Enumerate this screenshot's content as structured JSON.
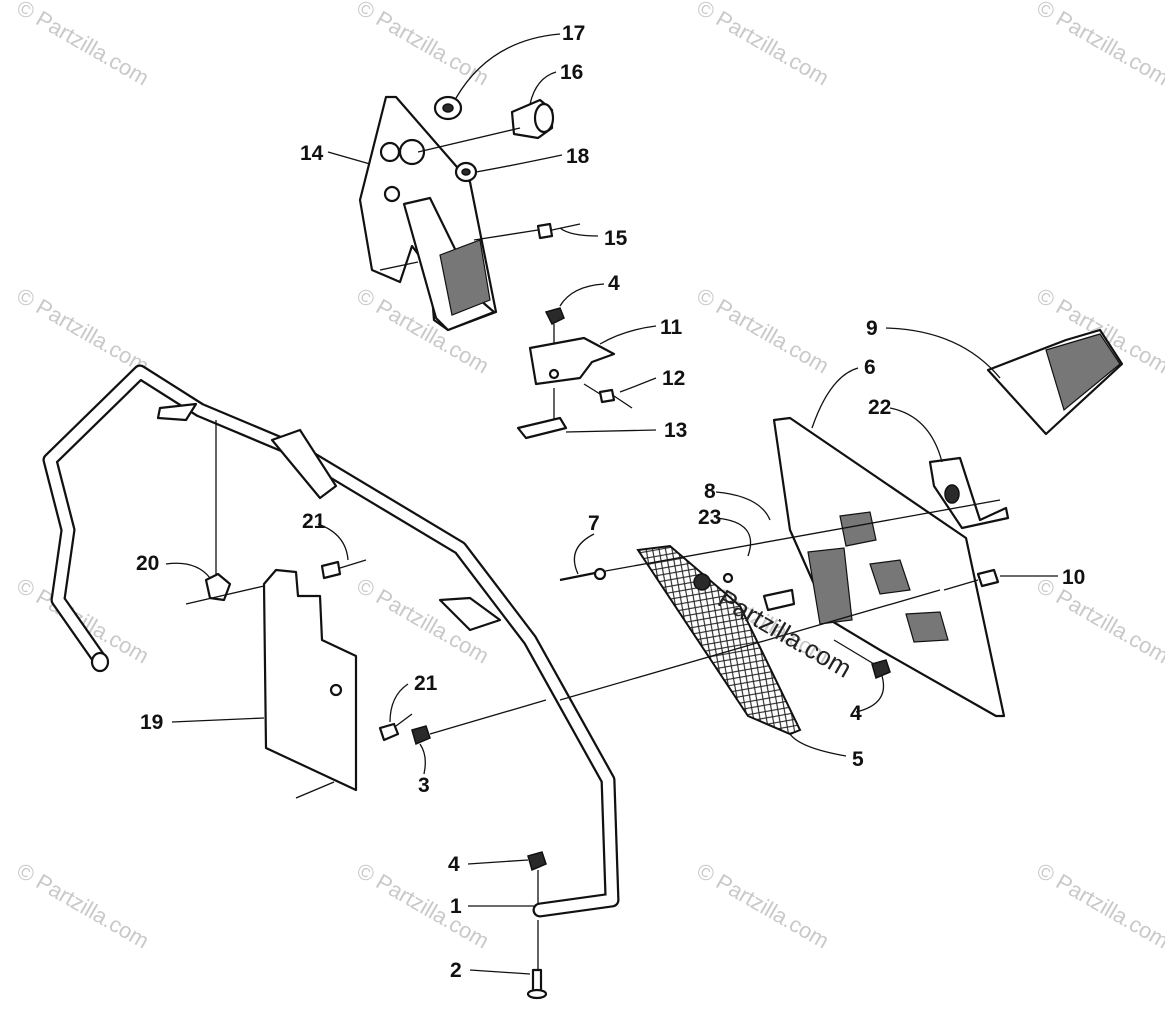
{
  "watermarks": {
    "tile_text": "© Partzilla.com",
    "center_text": "Partzilla.com"
  },
  "callouts": [
    {
      "id": "c1",
      "label": "1"
    },
    {
      "id": "c2",
      "label": "2"
    },
    {
      "id": "c3",
      "label": "3"
    },
    {
      "id": "c4a",
      "label": "4"
    },
    {
      "id": "c4b",
      "label": "4"
    },
    {
      "id": "c4c",
      "label": "4"
    },
    {
      "id": "c5",
      "label": "5"
    },
    {
      "id": "c6",
      "label": "6"
    },
    {
      "id": "c7",
      "label": "7"
    },
    {
      "id": "c8",
      "label": "8"
    },
    {
      "id": "c9",
      "label": "9"
    },
    {
      "id": "c10",
      "label": "10"
    },
    {
      "id": "c11",
      "label": "11"
    },
    {
      "id": "c12",
      "label": "12"
    },
    {
      "id": "c13",
      "label": "13"
    },
    {
      "id": "c14",
      "label": "14"
    },
    {
      "id": "c15",
      "label": "15"
    },
    {
      "id": "c16",
      "label": "16"
    },
    {
      "id": "c17",
      "label": "17"
    },
    {
      "id": "c18",
      "label": "18"
    },
    {
      "id": "c19",
      "label": "19"
    },
    {
      "id": "c20",
      "label": "20"
    },
    {
      "id": "c21a",
      "label": "21"
    },
    {
      "id": "c21b",
      "label": "21"
    },
    {
      "id": "c22",
      "label": "22"
    },
    {
      "id": "c23",
      "label": "23"
    }
  ]
}
